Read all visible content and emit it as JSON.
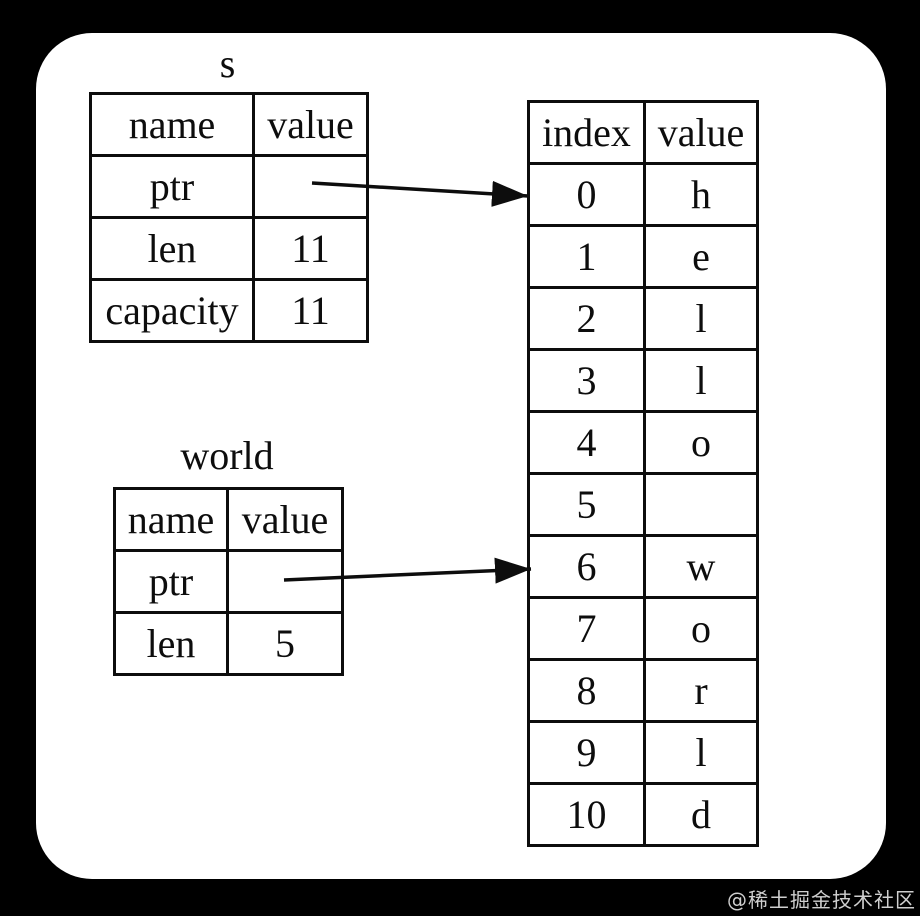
{
  "colors": {
    "background": "#000000",
    "panel": "#ffffff",
    "line": "#0d0d0d",
    "watermark": "#cfcfcf"
  },
  "struct_s": {
    "title": "s",
    "headers": {
      "name": "name",
      "value": "value"
    },
    "rows": [
      {
        "name": "ptr",
        "value": ""
      },
      {
        "name": "len",
        "value": "11"
      },
      {
        "name": "capacity",
        "value": "11"
      }
    ]
  },
  "struct_world": {
    "title": "world",
    "headers": {
      "name": "name",
      "value": "value"
    },
    "rows": [
      {
        "name": "ptr",
        "value": ""
      },
      {
        "name": "len",
        "value": "5"
      }
    ]
  },
  "memory": {
    "headers": {
      "index": "index",
      "value": "value"
    },
    "rows": [
      {
        "index": "0",
        "value": "h"
      },
      {
        "index": "1",
        "value": "e"
      },
      {
        "index": "2",
        "value": "l"
      },
      {
        "index": "3",
        "value": "l"
      },
      {
        "index": "4",
        "value": "o"
      },
      {
        "index": "5",
        "value": ""
      },
      {
        "index": "6",
        "value": "w"
      },
      {
        "index": "7",
        "value": "o"
      },
      {
        "index": "8",
        "value": "r"
      },
      {
        "index": "9",
        "value": "l"
      },
      {
        "index": "10",
        "value": "d"
      }
    ]
  },
  "arrows": [
    {
      "from": "s.ptr",
      "to": "index 0"
    },
    {
      "from": "world.ptr",
      "to": "index 6"
    }
  ],
  "watermark": "@稀土掘金技术社区"
}
